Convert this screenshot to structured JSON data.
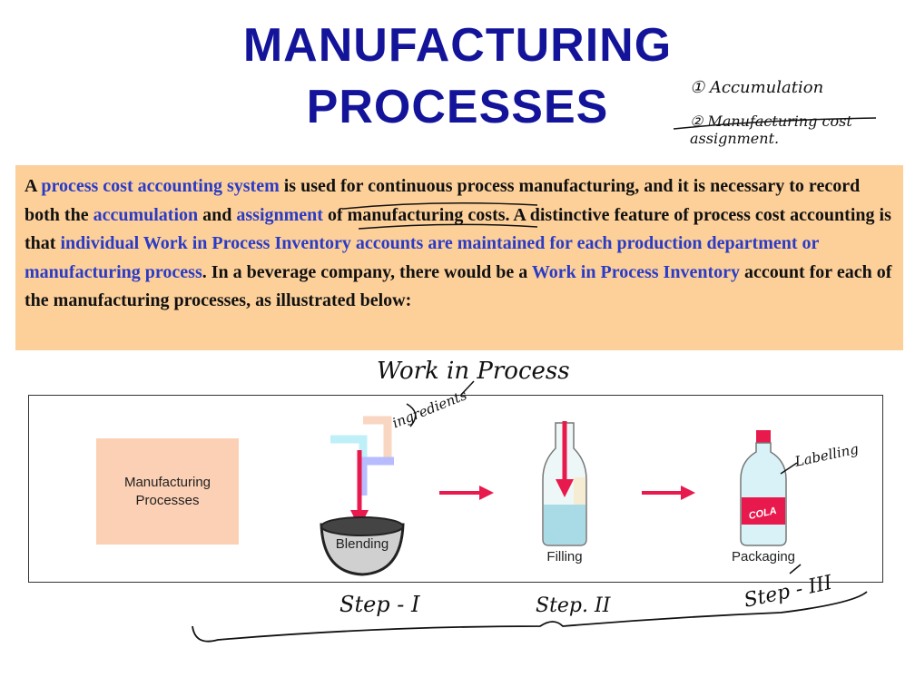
{
  "title": {
    "line1": "MANUFACTURING",
    "line2": "PROCESSES"
  },
  "paragraph": {
    "t1": "A ",
    "h1": "process cost accounting system",
    "t2": " is used for continuous process manufacturing, and it is necessary to record both the ",
    "h2": "accumulation",
    "t3": " and ",
    "h3": "assignment",
    "t4": " of manufacturing costs.  A distinctive feature of process cost accounting is that ",
    "h4": "individual Work in Process Inventory accounts are maintained for each production department or manufacturing process",
    "t5": ".  In a beverage company, there would be a ",
    "h5": "Work in Process Inventory",
    "t6": " account for each of the manufacturing processes, as illustrated below:"
  },
  "diagram": {
    "box_label": "Manufacturing Processes",
    "steps": [
      "Blending",
      "Filling",
      "Packaging"
    ],
    "bottle_label": "COLA"
  },
  "annotations": {
    "note1": "① Accumulation",
    "note2": "② Manufacturing cost assignment.",
    "wip": "Work in Process",
    "ingredients": "ingredients",
    "labelling": "Labelling",
    "step1": "Step - I",
    "step2": "Step. II",
    "step3": "Step - III"
  },
  "colors": {
    "title": "#14149a",
    "highlight": "#2a3bc6",
    "textbox_bg": "#fdd09a",
    "box_bg": "#fcd0b4",
    "arrow": "#e8194d"
  }
}
